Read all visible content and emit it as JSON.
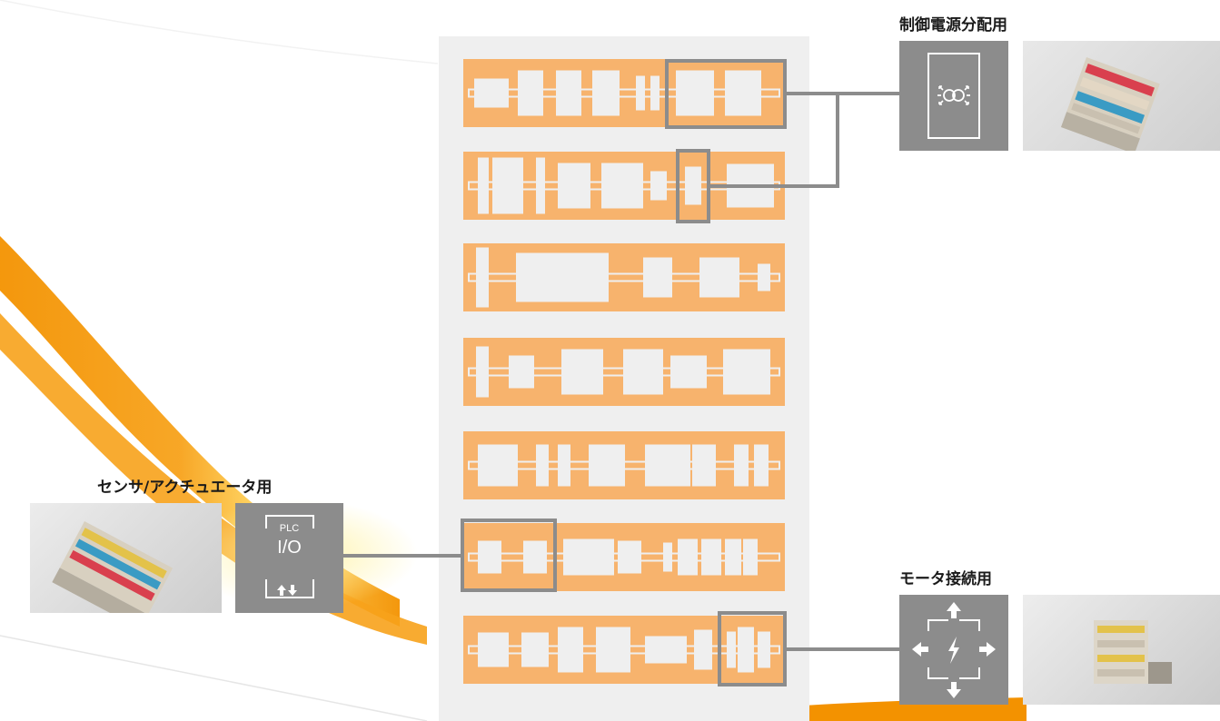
{
  "labels": {
    "control_power": "制御電源分配用",
    "sensor_actuator": "センサ/アクチュエータ用",
    "motor": "モータ接続用"
  },
  "plc_tile": {
    "top_text": "PLC",
    "main_text": "I/O"
  },
  "icons": {
    "control_power": "transformer-icon",
    "plc": "plc-io-icon",
    "motor": "lightning-distribution-icon"
  },
  "colors": {
    "rail_orange": "#f7b36d",
    "module_fill": "#efefef",
    "panel_bg": "#efefef",
    "highlight_box": "#8c8c8c",
    "connector_line": "#8c8c8c",
    "tile_bg": "#8c8c8c",
    "swoosh_orange": "#f39200"
  }
}
